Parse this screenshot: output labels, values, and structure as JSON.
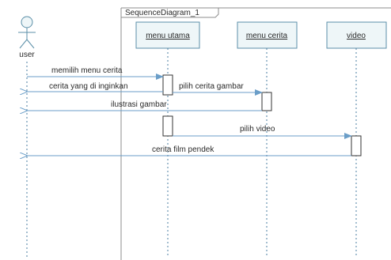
{
  "frame": {
    "title": "SequenceDiagram_1"
  },
  "actor": {
    "label": "user"
  },
  "objects": [
    {
      "id": "menu-utama",
      "label": "menu utama"
    },
    {
      "id": "menu-cerita",
      "label": "menu cerita"
    },
    {
      "id": "video",
      "label": "video"
    }
  ],
  "messages": [
    {
      "text": "memilih menu cerita",
      "from": "user",
      "to": "menu-utama",
      "kind": "call"
    },
    {
      "text": "cerita yang di inginkan",
      "from": "menu-utama",
      "to": "user",
      "kind": "return"
    },
    {
      "text": "pilih cerita gambar",
      "from": "menu-utama",
      "to": "menu-cerita",
      "kind": "call"
    },
    {
      "text": "ilustrasi gambar",
      "from": "menu-cerita",
      "to": "user",
      "kind": "return"
    },
    {
      "text": "pilih video",
      "from": "menu-utama",
      "to": "video",
      "kind": "call"
    },
    {
      "text": "cerita film pendek",
      "from": "video",
      "to": "user",
      "kind": "return"
    }
  ],
  "colors": {
    "object_fill": "#eef6f8",
    "object_border": "#5b8fa8",
    "lifeline": "#4a7ea0",
    "activation_fill": "#ffffff",
    "activation_border": "#333333",
    "call_line": "#6b9ec8",
    "return_line": "#6b9ec8",
    "frame_border": "#8c8c8c",
    "text": "#2a2a2a"
  }
}
